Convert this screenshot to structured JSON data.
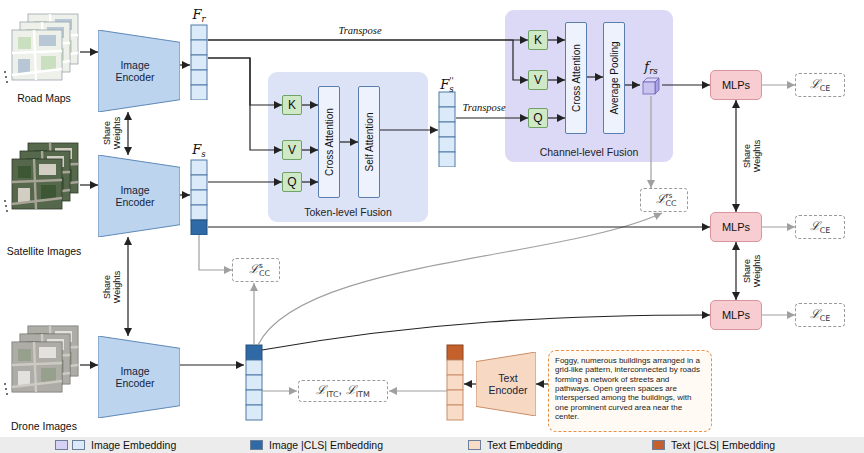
{
  "diagram": {
    "nodes": [
      {
        "text": [
          "Road Maps"
        ]
      },
      {
        "text": [
          "Satellite Images"
        ]
      },
      {
        "text": [
          "Drone Images"
        ]
      },
      {
        "text": [
          "Image Encoder"
        ]
      },
      {
        "text": [
          "Image Encoder"
        ]
      },
      {
        "text": [
          "Image Encoder"
        ]
      },
      {
        "text": [
          "F",
          "r"
        ]
      },
      {
        "text": [
          "F",
          "s"
        ]
      },
      {
        "text": [
          "Token-level Fusion"
        ]
      },
      {
        "text": [
          "K"
        ],
        "in": 8
      },
      {
        "text": [
          "V"
        ],
        "in": 8
      },
      {
        "text": [
          "Q"
        ],
        "in": 8
      },
      {
        "text": [
          "Cross Attention"
        ],
        "in": 8
      },
      {
        "text": [
          "Self Attention"
        ],
        "in": 8
      },
      {
        "text": [
          "F",
          "s",
          "''"
        ]
      },
      {
        "text": [
          "Channel-level Fusion"
        ]
      },
      {
        "text": [
          "K"
        ],
        "in": 15
      },
      {
        "text": [
          "V"
        ],
        "in": 15
      },
      {
        "text": [
          "Q"
        ],
        "in": 15
      },
      {
        "text": [
          "Cross Attention"
        ],
        "in": 15
      },
      {
        "text": [
          "Average Pooling"
        ],
        "in": 15
      },
      {
        "text": [
          "f",
          "rs"
        ],
        "in": 15
      },
      {
        "text": [
          "MLPs"
        ]
      },
      {
        "text": [
          "MLPs"
        ]
      },
      {
        "text": [
          "MLPs"
        ]
      },
      {
        "text": [
          "ℒ",
          "CE"
        ]
      },
      {
        "text": [
          "ℒ",
          "CE"
        ]
      },
      {
        "text": [
          "ℒ",
          "CE"
        ]
      },
      {
        "text": [
          "ℒ",
          "CC",
          "rs"
        ]
      },
      {
        "text": [
          "ℒ",
          "CC",
          "s"
        ]
      },
      {
        "text": [
          "ℒ",
          "ITC",
          ",",
          "ℒ",
          "ITM"
        ]
      },
      {
        "text": [
          "Text Encoder"
        ]
      },
      {
        "text": [
          "Foggy, numerous buildings arranged in a grid-like pattern, interconnected by roads forming a network of streets and pathways. Open green spaces are interspersed among the buildings, with one prominent curved area near the center."
        ]
      }
    ],
    "edges": [
      {
        "from": 0,
        "to": 3,
        "arrow": "to"
      },
      {
        "from": 1,
        "to": 4,
        "arrow": "to"
      },
      {
        "from": 2,
        "to": 5,
        "arrow": "to"
      },
      {
        "from": 3,
        "to": 4,
        "arrow": "both",
        "label": "Share Weights"
      },
      {
        "from": 4,
        "to": 5,
        "arrow": "both",
        "label": "Share Weights"
      },
      {
        "from": 3,
        "to": 6,
        "arrow": "to"
      },
      {
        "from": 4,
        "to": 7,
        "arrow": "to"
      },
      {
        "from": 6,
        "to": 9,
        "arrow": "to"
      },
      {
        "from": 6,
        "to": 10,
        "arrow": "to"
      },
      {
        "from": 7,
        "to": 11,
        "arrow": "to"
      },
      {
        "from": 9,
        "to": 12,
        "arrow": "to"
      },
      {
        "from": 10,
        "to": 12,
        "arrow": "to"
      },
      {
        "from": 11,
        "to": 12,
        "arrow": "to"
      },
      {
        "from": 12,
        "to": 13,
        "arrow": "to"
      },
      {
        "from": 13,
        "to": 14,
        "arrow": "to"
      },
      {
        "from": 6,
        "to": 16,
        "arrow": "to",
        "label": "Transpose"
      },
      {
        "from": 6,
        "to": 17,
        "arrow": "to"
      },
      {
        "from": 14,
        "to": 18,
        "arrow": "to",
        "label": "Transpose"
      },
      {
        "from": 16,
        "to": 19,
        "arrow": "to"
      },
      {
        "from": 17,
        "to": 19,
        "arrow": "to"
      },
      {
        "from": 18,
        "to": 19,
        "arrow": "to"
      },
      {
        "from": 19,
        "to": 20,
        "arrow": "to"
      },
      {
        "from": 20,
        "to": 21,
        "arrow": "to"
      },
      {
        "from": 21,
        "to": 22,
        "arrow": "to"
      },
      {
        "from": 7,
        "to": 23,
        "arrow": "to"
      },
      {
        "from": 22,
        "to": 23,
        "arrow": "both",
        "label": "Share Weights"
      },
      {
        "from": 23,
        "to": 24,
        "arrow": "both",
        "label": "Share Weights"
      },
      {
        "from": 22,
        "to": 25,
        "arrow": "to"
      },
      {
        "from": 23,
        "to": 26,
        "arrow": "to"
      },
      {
        "from": 24,
        "to": 27,
        "arrow": "to"
      },
      {
        "from": 21,
        "to": 28,
        "arrow": "to"
      },
      {
        "from": 7,
        "to": 29,
        "arrow": "to"
      },
      {
        "from": 32,
        "to": 31,
        "arrow": "to"
      }
    ],
    "legend": [
      {
        "text": "Image Embedding",
        "color": "#dbeaf8"
      },
      {
        "text": "Image |CLS| Embedding",
        "color": "#2f6aa6"
      },
      {
        "text": "Text Embedding",
        "color": "#f8dcc8"
      },
      {
        "text": "Text |CLS| Embedding",
        "color": "#c4602b"
      }
    ]
  }
}
